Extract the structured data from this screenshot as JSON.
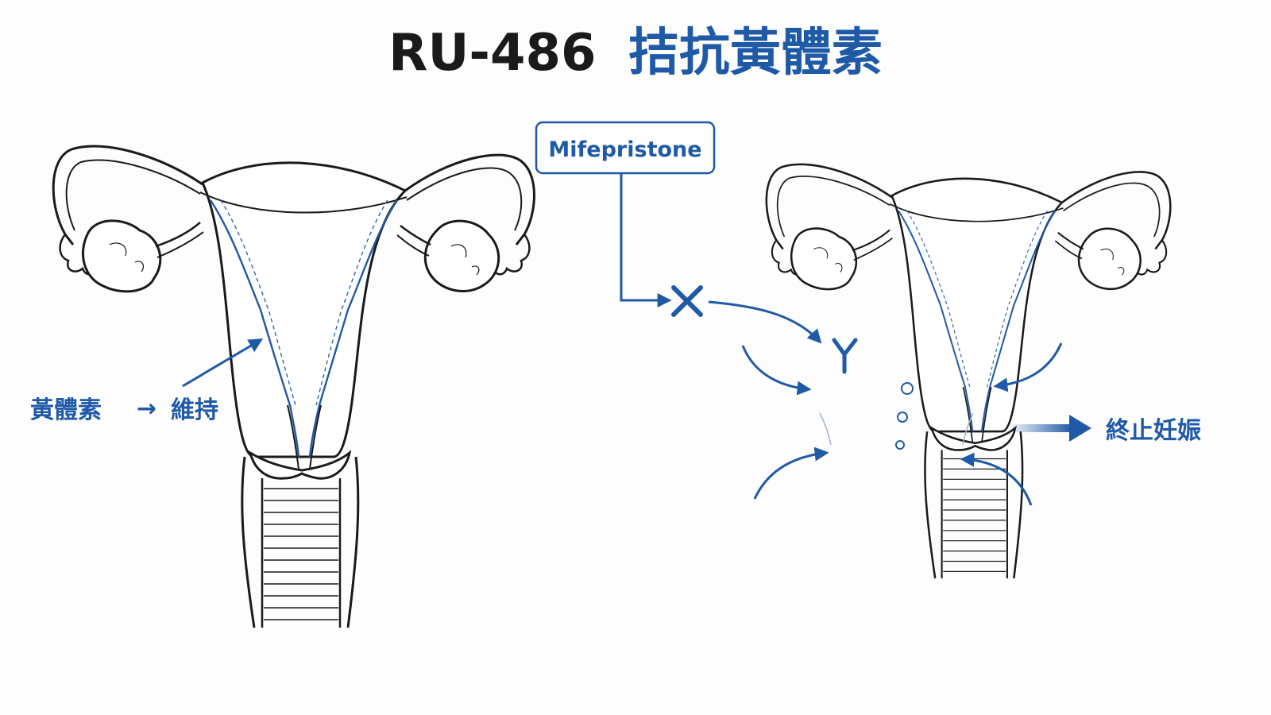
{
  "title": {
    "prefix": "RU-486",
    "suffix": "拮抗黃體素"
  },
  "left_annotation": {
    "hormone": "黃體素",
    "arrow": "→",
    "effect": "維持"
  },
  "drug_box": {
    "label": "Mifepristone"
  },
  "right_annotation": {
    "result": "終止妊娠"
  },
  "symbols": {
    "block": "block-x-icon",
    "receptor": "receptor-y-icon"
  },
  "colors": {
    "accent": "#1f5aa6",
    "ink": "#1a1a1a",
    "background": "#fdfdfd"
  }
}
